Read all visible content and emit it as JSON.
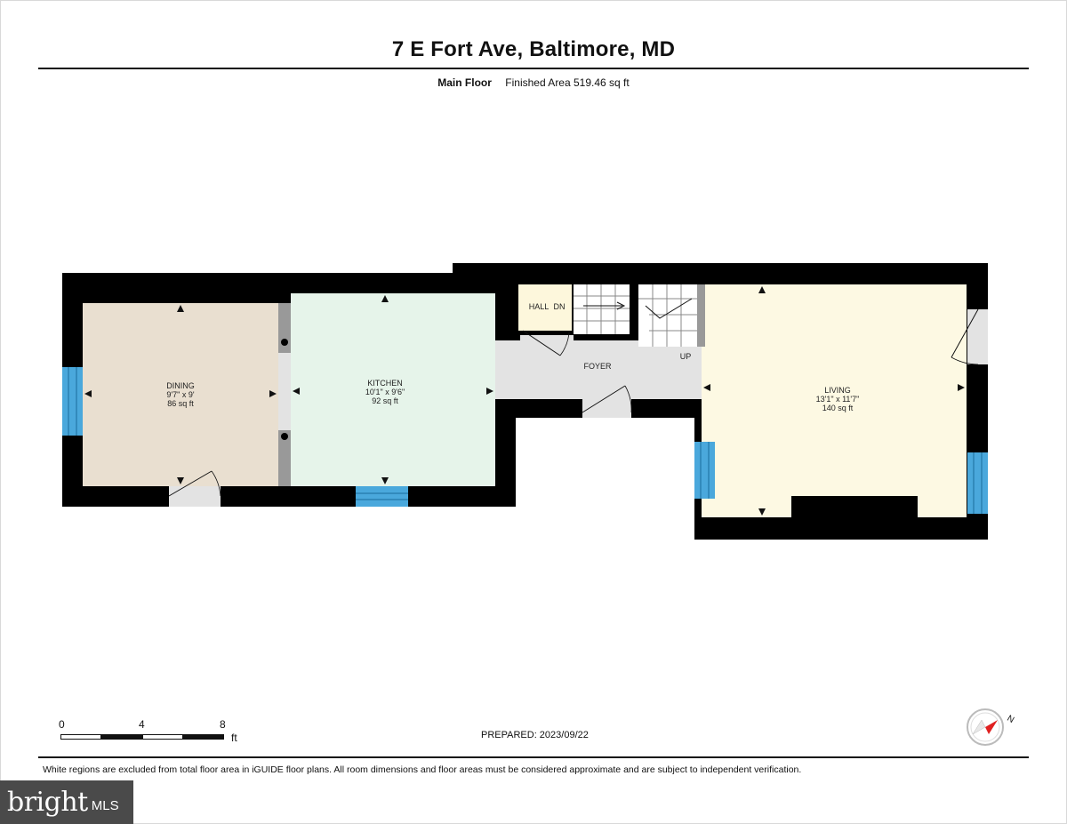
{
  "title": "7 E Fort Ave, Baltimore, MD",
  "floor": {
    "name": "Main Floor",
    "area_text": "Finished Area 519.46 sq ft"
  },
  "rooms": {
    "dining": {
      "name": "DINING",
      "dims": "9'7\" x 9'",
      "area": "86 sq ft",
      "color": "#e9dfd0"
    },
    "kitchen": {
      "name": "KITCHEN",
      "dims": "10'1\" x 9'6\"",
      "area": "92 sq ft",
      "color": "#e6f4ea"
    },
    "foyer": {
      "name": "FOYER",
      "color": "#e3e3e3"
    },
    "hall": {
      "name": "HALL",
      "color": "#fdf7dc"
    },
    "living": {
      "name": "LIVING",
      "dims": "13'1\" x 11'7\"",
      "area": "140 sq ft",
      "color": "#fdf9e3"
    }
  },
  "stairs": {
    "down_label": "DN",
    "up_label": "UP"
  },
  "scale_bar": {
    "labels": [
      "0",
      "4",
      "8"
    ],
    "unit": "ft"
  },
  "prepared": "PREPARED: 2023/09/22",
  "compass": {
    "label": "N",
    "accent": "#e02020"
  },
  "disclaimer": "White regions are excluded from total floor area in iGUIDE floor plans. All room dimensions and floor areas must be considered approximate and are subject to independent verification.",
  "logo": {
    "brand": "bright",
    "suffix": "MLS"
  },
  "colors": {
    "wall": "#000000",
    "window": "#4aa8dc",
    "door": "#e3e3e3",
    "column": "#999999"
  }
}
